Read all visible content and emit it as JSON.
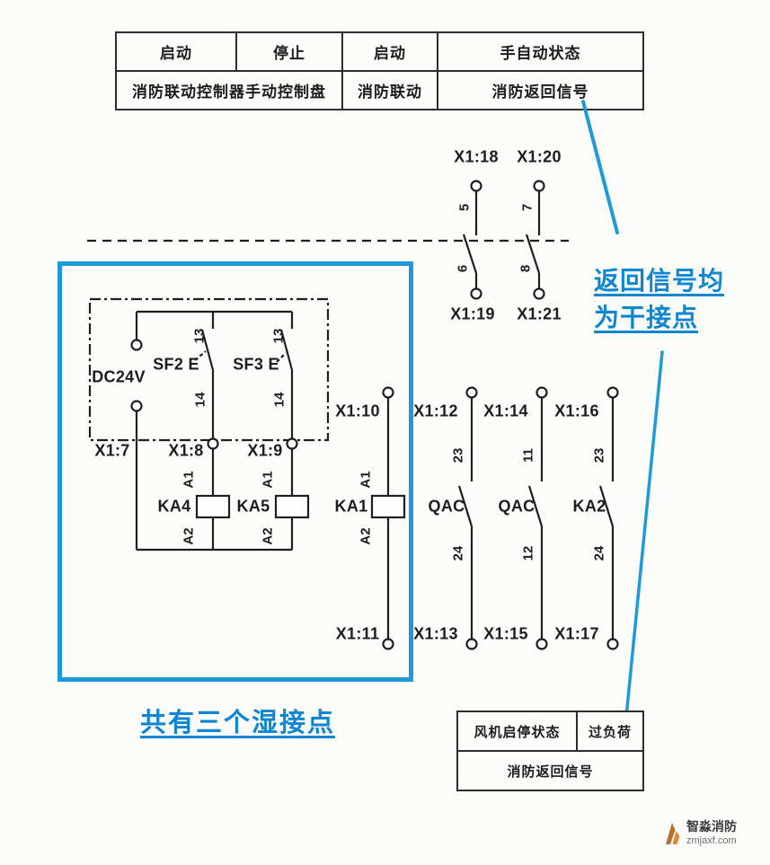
{
  "top_table": {
    "start1": "启动",
    "stop": "停止",
    "start2": "启动",
    "auto_status": "手自动状态",
    "panel": "消防联动控制器手动控制盘",
    "linkage": "消防联动",
    "return_signal": "消防返回信号"
  },
  "bottom_table": {
    "fan_status": "风机启停状态",
    "overload": "过负荷",
    "return_signal": "消防返回信号"
  },
  "annotations": {
    "dry_line1": "返回信号均",
    "dry_line2": "为干接点",
    "wet": "共有三个湿接点"
  },
  "terminals": {
    "x1_7": "X1:7",
    "x1_8": "X1:8",
    "x1_9": "X1:9",
    "x1_10": "X1:10",
    "x1_11": "X1:11",
    "x1_12": "X1:12",
    "x1_13": "X1:13",
    "x1_14": "X1:14",
    "x1_15": "X1:15",
    "x1_16": "X1:16",
    "x1_17": "X1:17",
    "x1_18": "X1:18",
    "x1_19": "X1:19",
    "x1_20": "X1:20",
    "x1_21": "X1:21"
  },
  "components": {
    "dc24v": "DC24V",
    "sf2": "SF2 E",
    "sf3": "SF3 E",
    "ka4": "KA4",
    "ka5": "KA5",
    "ka1": "KA1",
    "qac1": "QAC",
    "qac2": "QAC",
    "ka2": "KA2"
  },
  "pins": {
    "p5": "5",
    "p6": "6",
    "p7": "7",
    "p8": "8",
    "sf2_13": "13",
    "sf2_14": "14",
    "sf3_13": "13",
    "sf3_14": "14",
    "ka4_a1": "A1",
    "ka4_a2": "A2",
    "ka5_a1": "A1",
    "ka5_a2": "A2",
    "ka1_a1": "A1",
    "ka1_a2": "A2",
    "q1_23": "23",
    "q1_24": "24",
    "q2_11": "11",
    "q2_12": "12",
    "k2_23": "23",
    "k2_24": "24"
  },
  "logo": {
    "title": "智淼消防",
    "domain": "zmjaxf.com"
  },
  "colors": {
    "accent_blue": "#1e9ad9",
    "line_black": "#1f1f1f",
    "logo_orange": "#c07a36"
  }
}
